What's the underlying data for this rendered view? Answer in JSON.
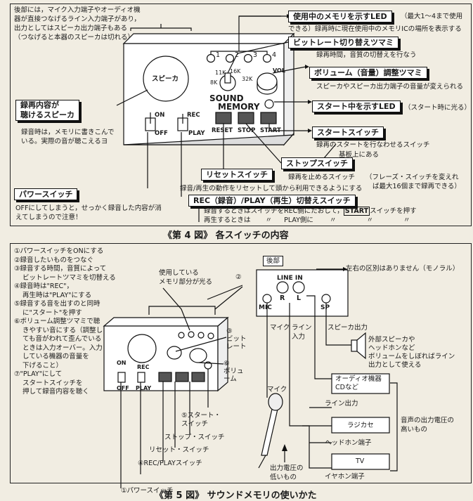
{
  "fig4": {
    "caption": "《第 4 図》 各スイッチの内容",
    "rear_note": "後部には，マイク入力端子やオーディオ機器が直接つなげるライン入力端子があり，出力としてはスピーカ出力端子もある（つなげると本器のスピーカは切れる）",
    "device": {
      "speaker": "スピーカ",
      "sound": "SOUND",
      "memory": "MEMORY",
      "k8": "8K",
      "k11": "11K",
      "k16": "16K",
      "k32": "32K",
      "vol": "VOL",
      "on": "ON",
      "off": "OFF",
      "rec": "REC",
      "play": "PLAY",
      "reset": "RESET",
      "stop": "STOP",
      "start": "START",
      "n1": "1",
      "n2": "2",
      "n3": "3",
      "n4": "4"
    },
    "led_memory": {
      "label": "使用中のメモリを示すLED",
      "note1": "（最大1～4まで使用",
      "note2": "できる）録再時に現在使用中のメモリICの場所を表示する"
    },
    "bitrate": {
      "label": "ビットレート切り替えツマミ",
      "note": "録再時間，音質の切替えを行なう"
    },
    "volume": {
      "label": "ボリューム（音量）調整ツマミ",
      "note": "スピーカやスピーカ出力端子の音量が変えられる"
    },
    "start_led": {
      "label": "スタート中を示すLED",
      "note": "（スタート時に光る）"
    },
    "start_switch": {
      "label": "スタートスイッチ",
      "note": "録再のスタートを行なわせるスイッチ"
    },
    "speaker_box": {
      "label1": "録再内容が",
      "label2": "聴けるスピーカ",
      "note": "録音時は，メモリに書きこんでいる。実際の音が聴こえるヨ"
    },
    "stop_switch": {
      "label": "ストップスイッチ",
      "note": "録再を止めるスイッチ",
      "board": "基板上にある",
      "phrase1": "（フレーズ・スイッチを変えれ",
      "phrase2": "ば最大16個まで録再できる）"
    },
    "reset_switch": {
      "label": "リセットスイッチ",
      "note": "録音/再生の動作をリセットして頭から利用できるようにする"
    },
    "recplay_switch": {
      "label": "REC（録音）/PLAY（再生）切替えスイッチ",
      "line1a": "録音するときはスイッチをREC側にたおして，",
      "start_word": "START",
      "line1b": "スイッチを押す",
      "line2a": "再生するときは",
      "ditto": "〃",
      "line2b": "PLAY側に"
    },
    "power_switch": {
      "label": "パワースイッチ",
      "note": "OFFにしてしまうと，せっかく録音した内容が消えてしまうので注意！"
    }
  },
  "fig5": {
    "caption": "《第 5 図》 サウンドメモリの使いかた",
    "steps": [
      "①パワースイッチをONにする",
      "②録音したいものをつなぐ",
      "③録音する時間，音質によって",
      "ビットレートツマミを切替える",
      "④録音時は\"REC\"，",
      "再生時は\"PLAY\"にする",
      "⑤録音する音を出すのと同時",
      "に\"スタート\"を押す",
      "⑥ボリューム調整ツマミで聴",
      "きやすい音にする（調整し",
      "ても音がわれて歪んでいる",
      "ときは入力オーバー。入力",
      "している機器の音量を",
      "下げること）",
      "⑦\"PLAY\"にして",
      "スタートスイッチを",
      "押して録音内容を聴く"
    ],
    "memory_lit": "使用している\nメモリ部分が光る",
    "rear": "後部",
    "no_lr": "左右の区別はありません（モノラル）",
    "circle2": "②",
    "rear_panel": {
      "line_in": "LINE IN",
      "r": "R",
      "l": "L",
      "mic": "MIC",
      "sp": "SP"
    },
    "mic_label": "マイク",
    "line_label": "ライン\n入力",
    "sp_out": "スピーカ出力",
    "ext_speaker": "外部スピーカや\nヘッドホンなど\nボリュームをしぼればライン\n出力として使える",
    "audio_dev": "オーディオ機器\nCDなど",
    "line_out": "ライン出力",
    "radio": "ラジカセ",
    "hp_jack": "ヘッドホン端子",
    "tv": "TV",
    "earphone": "イヤホン端子",
    "high_voltage": "音声の出力電圧の\n高いもの",
    "mic_top": "マイク",
    "low_voltage": "出力電圧の\n低いもの",
    "bitrate": "③\nビット\nレート",
    "volume": "⑥\nボリュ\nーム",
    "start": "⑤スタート・\nスイッチ",
    "stop": "ストップ・スイッチ",
    "reset": "リセット・スイッチ",
    "recplay": "④REC/PLAYスイッチ",
    "power": "①パワースイッチ",
    "dev": {
      "on": "ON",
      "off": "OFF",
      "rec": "REC",
      "play": "PLAY"
    }
  }
}
